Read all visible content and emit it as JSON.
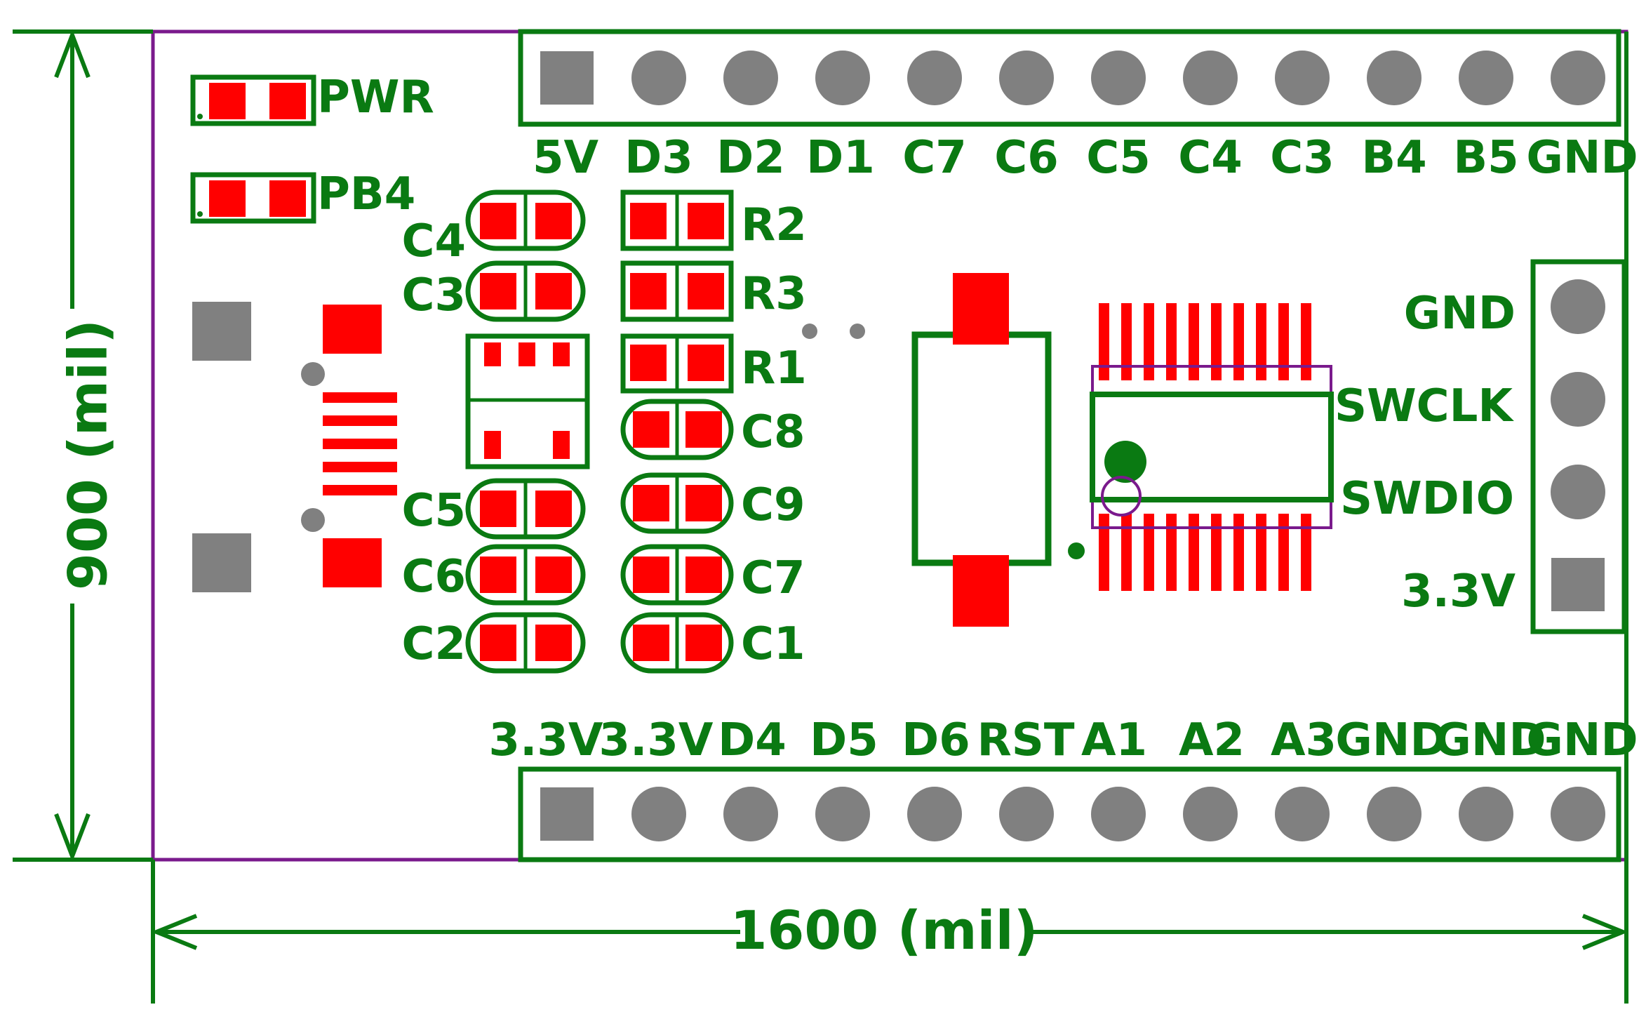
{
  "colors": {
    "silkscreen": "#0a7a12",
    "board_outline": "#7a1a8c",
    "copper_pad": "#ff0000",
    "through_hole": "#808080"
  },
  "dimensions": {
    "width_label": "1600 (mil)",
    "height_label": "900 (mil)"
  },
  "top_header": {
    "pins": [
      "5V",
      "D3",
      "D2",
      "D1",
      "C7",
      "C6",
      "C5",
      "C4",
      "C3",
      "B4",
      "B5",
      "GND"
    ]
  },
  "bottom_header": {
    "pins": [
      "3.3V",
      "3.3V",
      "D4",
      "D5",
      "D6",
      "RST",
      "A1",
      "A2",
      "A3",
      "GND",
      "GND",
      "GND"
    ]
  },
  "swd_header": {
    "pins": [
      "GND",
      "SWCLK",
      "SWDIO",
      "3.3V"
    ]
  },
  "leds": [
    {
      "designator": "PWR"
    },
    {
      "designator": "PB4"
    }
  ],
  "components": {
    "left_column": [
      "C4",
      "C3",
      "C5",
      "C6",
      "C2"
    ],
    "right_column": [
      "R2",
      "R3",
      "R1",
      "C8",
      "C9",
      "C7",
      "C1"
    ]
  }
}
